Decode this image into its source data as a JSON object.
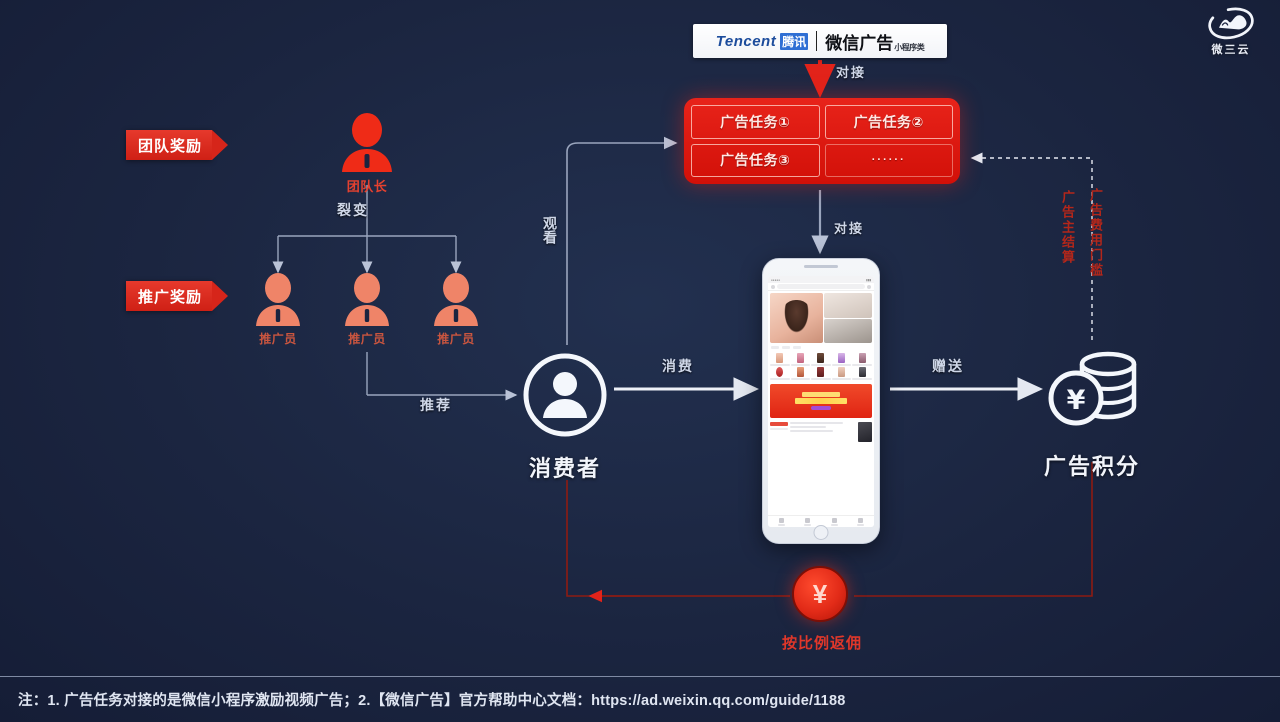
{
  "brand": {
    "name": "微三云",
    "logo_icon": "cloud-mountain-logo-icon"
  },
  "banner": {
    "tencent_en": "Tencent",
    "tencent_cn": "腾讯",
    "wechat_ads": "微信广告",
    "wechat_ads_sub": "小程序类"
  },
  "tasks": {
    "items": [
      {
        "label": "广告任务①"
      },
      {
        "label": "广告任务②"
      },
      {
        "label": "广告任务③"
      },
      {
        "label": "······"
      }
    ]
  },
  "ribbons": {
    "team": "团队奖励",
    "promotion": "推广奖励"
  },
  "nodes": {
    "team_leader": {
      "label": "团队长",
      "icon": "person-icon",
      "color": "#ef2b17"
    },
    "promoters": [
      {
        "label": "推广员",
        "icon": "person-icon",
        "color": "#ef8468"
      },
      {
        "label": "推广员",
        "icon": "person-icon",
        "color": "#ef8468"
      },
      {
        "label": "推广员",
        "icon": "person-icon",
        "color": "#ef8468"
      }
    ],
    "consumer": {
      "label": "消费者",
      "icon": "person-circle-icon"
    },
    "ad_points": {
      "label": "广告积分",
      "icon": "coin-stack-yuan-icon"
    },
    "rebate": {
      "label": "按比例返佣",
      "icon": "yuan-coin-icon",
      "symbol": "¥"
    },
    "phone": {
      "icon": "smartphone-icon"
    }
  },
  "edges": {
    "fission": "裂变",
    "recommend": "推荐",
    "watch": "观看",
    "dock_top": "对接",
    "dock_mid": "对接",
    "consume": "消费",
    "gift": "赠送"
  },
  "vertical_notes": {
    "left_col": "广告主结算",
    "right_col": "广告费用门槛"
  },
  "footer": {
    "note": "注：1. 广告任务对接的是微信小程序激励视频广告；2.【微信广告】官方帮助中心文档：https://ad.weixin.qq.com/guide/1188"
  },
  "colors": {
    "background": "#1b2440",
    "red": "#e2231a",
    "salmon": "#ef8468",
    "wire": "#aeb8cd",
    "text": "#dfe5f1"
  }
}
